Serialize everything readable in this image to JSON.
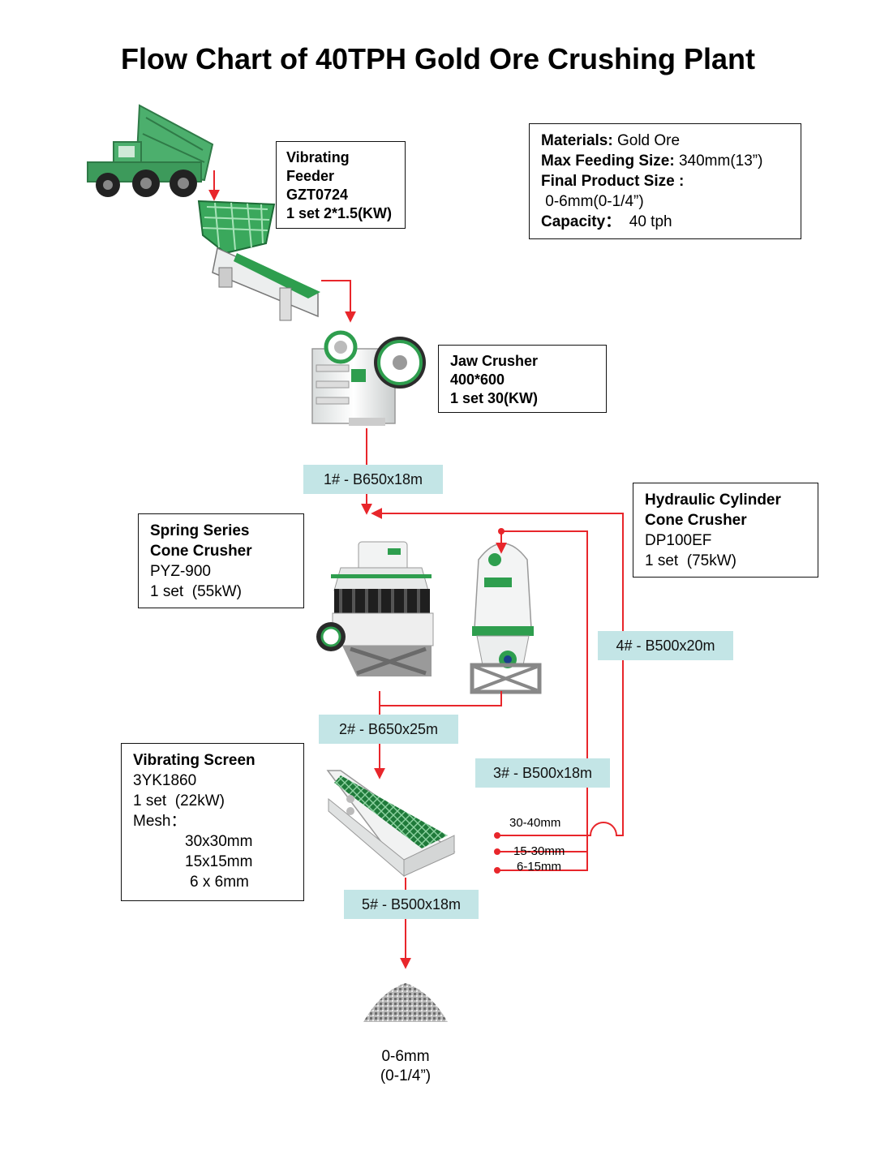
{
  "title": "Flow Chart of 40TPH Gold Ore Crushing Plant",
  "colors": {
    "flow_line": "#e8262b",
    "belt_bg": "#c3e5e6",
    "machine_green": "#2e9e4e"
  },
  "info_box": {
    "materials_label": "Materials:",
    "materials_value": " Gold Ore",
    "feed_label": "Max Feeding Size:",
    "feed_value": " 340mm(13”)",
    "product_label": "Final Product Size :",
    "product_value": " 0-6mm(0-1/4”)",
    "capacity_label": "Capacity：",
    "capacity_value": "  40 tph"
  },
  "feeder": {
    "line1": "Vibrating",
    "line2": "Feeder",
    "line3": "GZT0724",
    "line4": "1 set 2*1.5(KW)"
  },
  "jaw": {
    "line1": "Jaw Crusher",
    "line2": "400*600",
    "line3": "1 set 30(KW)"
  },
  "spring_cone": {
    "line1": "Spring Series",
    "line2": "Cone Crusher",
    "line3": "PYZ-900",
    "line4": "1 set  (55kW)"
  },
  "hydraulic_cone": {
    "line1": "Hydraulic Cylinder",
    "line2": "Cone Crusher",
    "line3": "DP100EF",
    "line4": "1 set  (75kW)"
  },
  "screen": {
    "line1": "Vibrating Screen",
    "line2": "3YK1860",
    "line3": "1 set  (22kW)",
    "line4": "Mesh：",
    "mesh1": "30x30mm",
    "mesh2": "15x15mm",
    "mesh3": "6 x 6mm"
  },
  "belts": {
    "b1": "1# - B650x18m",
    "b2": "2# - B650x25m",
    "b3": "3# - B500x18m",
    "b4": "4# - B500x20m",
    "b5": "5# - B500x18m"
  },
  "screen_outputs": {
    "s1": "30-40mm",
    "s2": "15-30mm",
    "s3": "6-15mm"
  },
  "product": {
    "line1": "0-6mm",
    "line2": "(0-1/4”)"
  },
  "icons": [
    "dump-truck-icon",
    "vibrating-feeder-icon",
    "jaw-crusher-icon",
    "spring-cone-crusher-icon",
    "hydraulic-cone-crusher-icon",
    "vibrating-screen-icon",
    "sand-pile-icon"
  ]
}
